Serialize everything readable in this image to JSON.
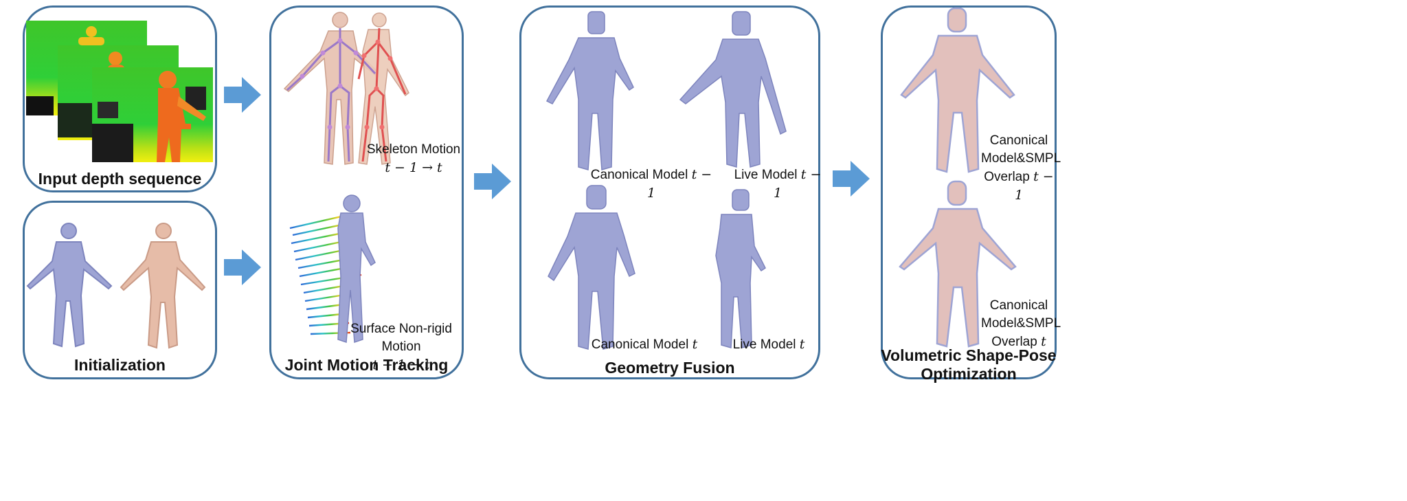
{
  "panels": {
    "input": {
      "title": "Input depth sequence"
    },
    "init": {
      "title": "Initialization"
    },
    "tracking": {
      "title": "Joint Motion Tracking",
      "skeleton_label": "Skeleton Motion",
      "skeleton_math": "t − 1  → t",
      "surface_label": "Surface Non-rigid Motion",
      "surface_math": "t − 1  → t"
    },
    "fusion": {
      "title": "Geometry Fusion",
      "canon_prev": "Canonical Model",
      "canon_prev_math": "t − 1",
      "live_prev": "Live Model",
      "live_prev_math": "t − 1",
      "canon_cur": "Canonical Model",
      "canon_cur_math": "t",
      "live_cur": "Live Model",
      "live_cur_math": "t"
    },
    "optim": {
      "title_line1": "Volumetric Shape-Pose",
      "title_line2": "Optimization",
      "top_line1": "Canonical",
      "top_line2": "Model&SMPL",
      "top_line3": "Overlap",
      "top_math": "t − 1",
      "bot_line1": "Canonical",
      "bot_line2": "Model&SMPL",
      "bot_line3": "Overlap",
      "bot_math": "t"
    }
  },
  "colors": {
    "border": "#41719c",
    "arrow": "#5b9bd5",
    "mesh": "#9ea4d4",
    "mesh_dark": "#7d84bd",
    "skin": "#e6bca8",
    "skin_dark": "#c99a86"
  }
}
